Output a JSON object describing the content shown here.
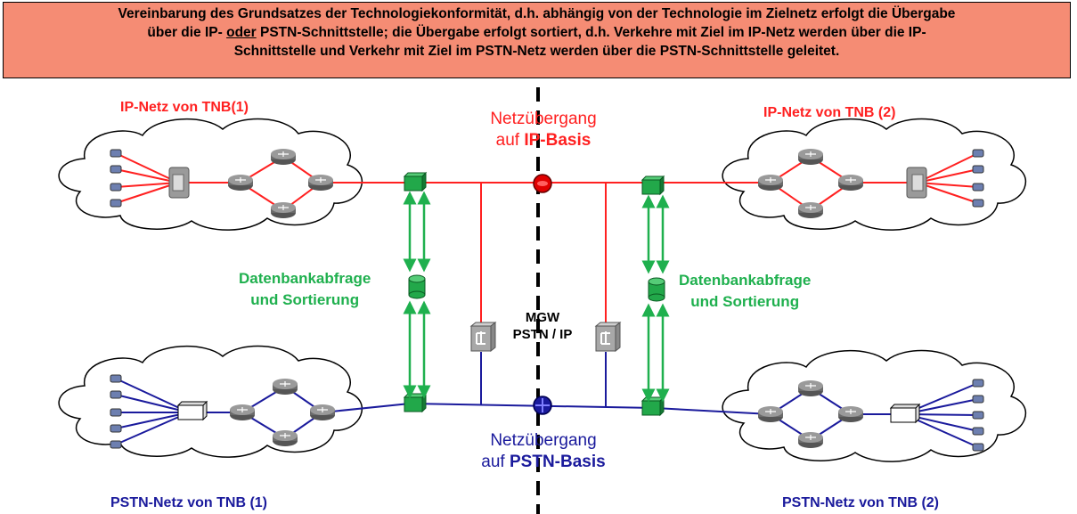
{
  "banner": {
    "line1": "Vereinbarung des Grundsatzes der Technologiekonformität, d.h. abhängig von der Technologie im Zielnetz erfolgt die Übergabe",
    "line2_pre": "über die IP- ",
    "line2_underlined": "oder",
    "line2_post": " PSTN-Schnittstelle; die Übergabe erfolgt sortiert, d.h. Verkehre mit Ziel im IP-Netz werden über die IP-",
    "line3": "Schnittstelle und Verkehr mit Ziel im PSTN-Netz werden über die PSTN-Schnittstelle geleitet."
  },
  "labels": {
    "ip_left": "IP-Netz von TNB(1)",
    "ip_right": "IP-Netz von TNB (2)",
    "pstn_left": "PSTN-Netz von TNB (1)",
    "pstn_right": "PSTN-Netz von TNB (2)",
    "ip_gateway_line1": "Netzübergang",
    "ip_gateway_line2_pre": "auf ",
    "ip_gateway_line2_bold": "IP-Basis",
    "pstn_gateway_line1": "Netzübergang",
    "pstn_gateway_line2_pre": "auf ",
    "pstn_gateway_line2_bold": "PSTN-Basis",
    "db_left_line1": "Datenbankabfrage",
    "db_left_line2": "und Sortierung",
    "db_right_line1": "Datenbankabfrage",
    "db_right_line2": "und Sortierung",
    "mgw_line1": "MGW",
    "mgw_line2": "PSTN / IP"
  },
  "colors": {
    "banner_bg": "#f58c74",
    "ip_red": "#ff2020",
    "pstn_blue": "#1a1a9c",
    "db_green": "#1fb04e"
  }
}
